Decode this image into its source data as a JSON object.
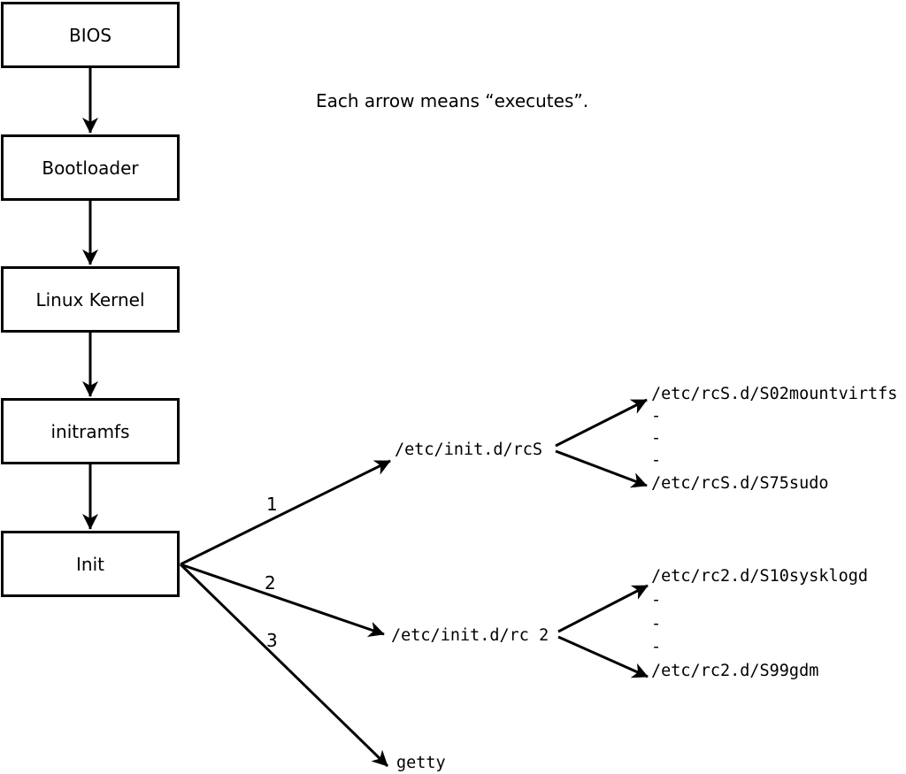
{
  "note": "Each arrow means “executes”.",
  "colors": {
    "line": "#000000",
    "background": "#ffffff",
    "text": "#000000"
  },
  "boxes": {
    "bios": "BIOS",
    "bootloader": "Bootloader",
    "kernel": "Linux Kernel",
    "initramfs": "initramfs",
    "init": "Init"
  },
  "arrow_labels": {
    "rcS": "1",
    "rc2": "2",
    "getty": "3"
  },
  "targets": {
    "rcS": "/etc/init.d/rcS",
    "rc2": "/etc/init.d/rc 2",
    "getty": "getty"
  },
  "rcS_scripts": {
    "lines": [
      "/etc/rcS.d/S02mountvirtfs",
      "-",
      "-",
      "-",
      "/etc/rcS.d/S75sudo"
    ]
  },
  "rc2_scripts": {
    "lines": [
      "/etc/rc2.d/S10sysklogd",
      "-",
      "-",
      "-",
      "/etc/rc2.d/S99gdm"
    ]
  }
}
